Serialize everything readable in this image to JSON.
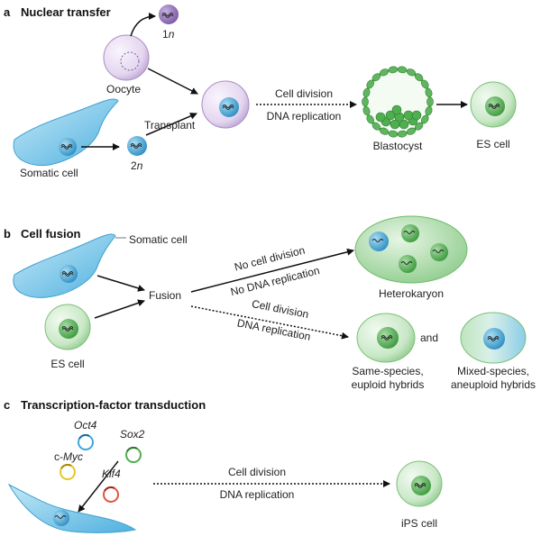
{
  "panels": {
    "a": {
      "letter": "a",
      "title": "Nuclear transfer",
      "oocyte": "Oocyte",
      "ploidy_1": "1",
      "ploidy_2": "2",
      "ploidy_n": "n",
      "somatic_cell": "Somatic cell",
      "transplant": "Transplant",
      "arrow_top": "Cell division",
      "arrow_bottom": "DNA replication",
      "blastocyst": "Blastocyst",
      "es_cell": "ES cell"
    },
    "b": {
      "letter": "b",
      "title": "Cell fusion",
      "somatic_cell": "Somatic cell",
      "es_cell": "ES cell",
      "fusion": "Fusion",
      "upper_top": "No cell division",
      "upper_bottom": "No DNA replication",
      "lower_top": "Cell division",
      "lower_bottom": "DNA replication",
      "heterokaryon": "Heterokaryon",
      "and": "and",
      "hybrid1_line1": "Same-species,",
      "hybrid1_line2": "euploid hybrids",
      "hybrid2_line1": "Mixed-species,",
      "hybrid2_line2": "aneuploid hybrids"
    },
    "c": {
      "letter": "c",
      "title": "Transcription-factor transduction",
      "oct4": "Oct4",
      "sox2": "Sox2",
      "cmyc_prefix": "c-",
      "cmyc_gene": "Myc",
      "klf4": "Klf4",
      "arrow_top": "Cell division",
      "arrow_bottom": "DNA replication",
      "ips_cell": "iPS cell"
    }
  },
  "colors": {
    "somatic": "#5bb8e0",
    "es_green": "#5fb65f",
    "oocyte": "#b79ccd",
    "oct4": "#3fa6dd",
    "sox2": "#4fae4f",
    "cmyc": "#e7c62a",
    "klf4": "#e2543f"
  }
}
